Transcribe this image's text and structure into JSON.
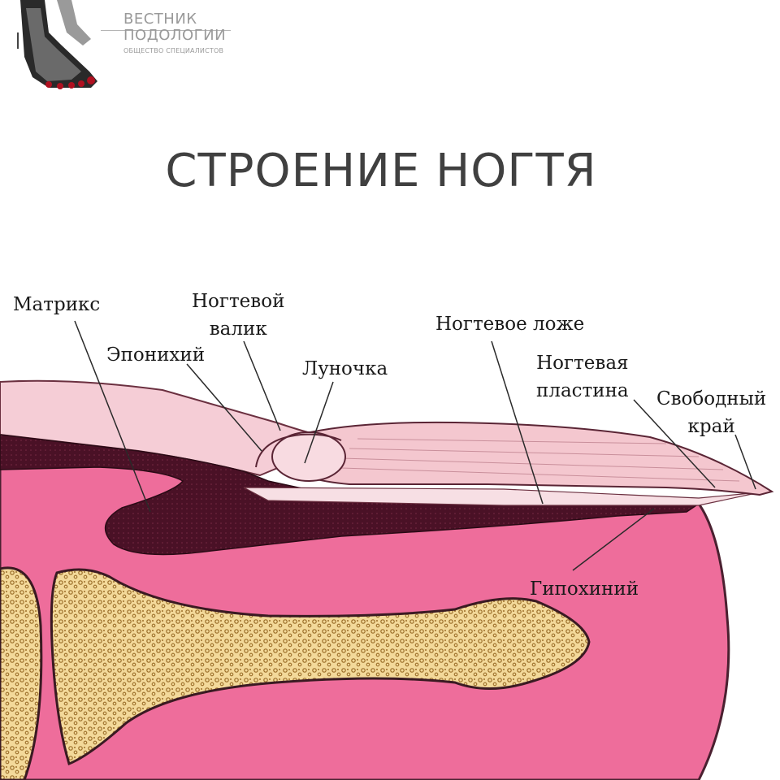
{
  "logo": {
    "line1": "ВЕСТНИК",
    "line2": "ПОДОЛОГИИ",
    "subtitle": "ОБЩЕСТВО СПЕЦИАЛИСТОВ"
  },
  "title": "СТРОЕНИЕ НОГТЯ",
  "labels": {
    "matrix": "Матрикс",
    "nail_fold_1": "Ногтевой",
    "nail_fold_2": "валик",
    "eponychium": "Эпонихий",
    "lunula": "Луночка",
    "nail_bed": "Ногтевое ложе",
    "nail_plate_1": "Ногтевая",
    "nail_plate_2": "пластина",
    "free_edge_1": "Свободный",
    "free_edge_2": "край",
    "hyponychium": "Гипохиний"
  },
  "colors": {
    "soft_tissue": "#ee6d9b",
    "nail_plate": "#f4c7cf",
    "nail_fold": "#f5cdd6",
    "matrix_dark": "#4a1126",
    "bone": "#f5e0a2",
    "bone_dots": "#a67a31",
    "outline": "#3a1a22"
  }
}
